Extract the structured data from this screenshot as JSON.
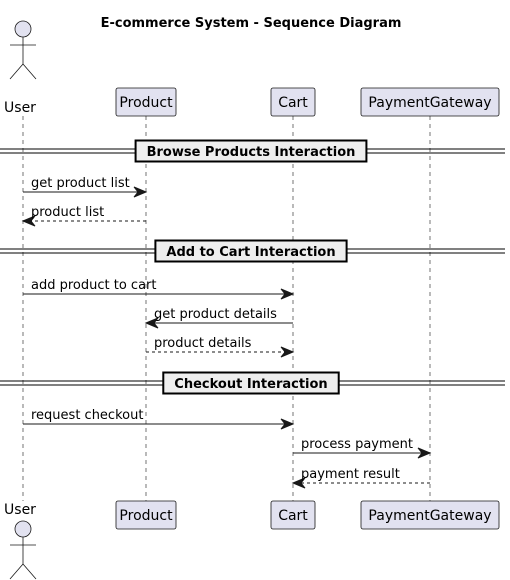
{
  "title": "E-commerce System - Sequence Diagram",
  "participants": [
    {
      "id": "user",
      "label": "User",
      "kind": "actor"
    },
    {
      "id": "product",
      "label": "Product",
      "kind": "participant"
    },
    {
      "id": "cart",
      "label": "Cart",
      "kind": "participant"
    },
    {
      "id": "gateway",
      "label": "PaymentGateway",
      "kind": "participant"
    }
  ],
  "sections": [
    {
      "label": "Browse Products Interaction",
      "messages": [
        {
          "from": "user",
          "to": "product",
          "label": "get product list",
          "style": "solid"
        },
        {
          "from": "product",
          "to": "user",
          "label": "product list",
          "style": "dashed"
        }
      ]
    },
    {
      "label": "Add to Cart Interaction",
      "messages": [
        {
          "from": "user",
          "to": "cart",
          "label": "add product to cart",
          "style": "solid"
        },
        {
          "from": "cart",
          "to": "product",
          "label": "get product details",
          "style": "solid"
        },
        {
          "from": "product",
          "to": "cart",
          "label": "product details",
          "style": "dashed"
        }
      ]
    },
    {
      "label": "Checkout Interaction",
      "messages": [
        {
          "from": "user",
          "to": "cart",
          "label": "request checkout",
          "style": "solid"
        },
        {
          "from": "cart",
          "to": "gateway",
          "label": "process payment",
          "style": "solid"
        },
        {
          "from": "gateway",
          "to": "cart",
          "label": "payment result",
          "style": "dashed"
        }
      ]
    }
  ]
}
